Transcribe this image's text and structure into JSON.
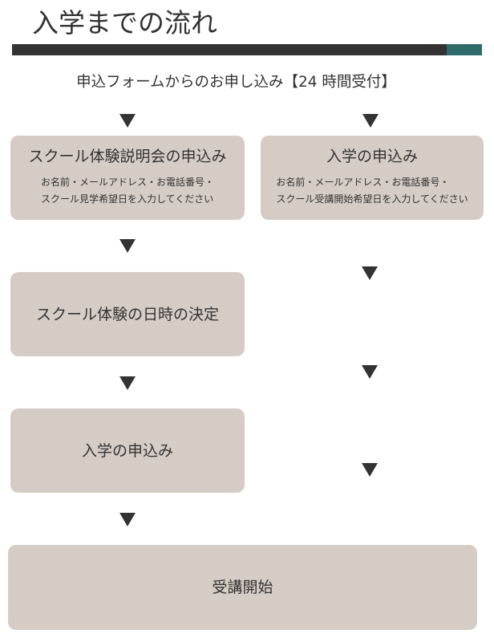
{
  "page": {
    "title": "入学までの流れ",
    "subtitle": "申込フォームからのお申し込み【24 時間受付】"
  },
  "flow": {
    "left": [
      {
        "title": "スクール体験説明会の申込み",
        "details": [
          "お名前・メールアドレス・お電話番号・",
          "スクール見学希望日を入力してください"
        ]
      },
      {
        "title": "スクール体験の日時の決定"
      },
      {
        "title": "入学の申込み"
      }
    ],
    "right": [
      {
        "title": "入学の申込み",
        "details": [
          "お名前・メールアドレス・お電話番号・",
          "スクール受講開始希望日を入力してください"
        ]
      }
    ],
    "final": {
      "title": "受講開始"
    }
  },
  "icons": {
    "flow_arrow": "down-triangle-icon"
  },
  "colors": {
    "text": "#333333",
    "bar_dark": "#333333",
    "bar_accent": "#2e6b6a",
    "box_bg": "#d5ccc5",
    "arrow": "#333333"
  }
}
